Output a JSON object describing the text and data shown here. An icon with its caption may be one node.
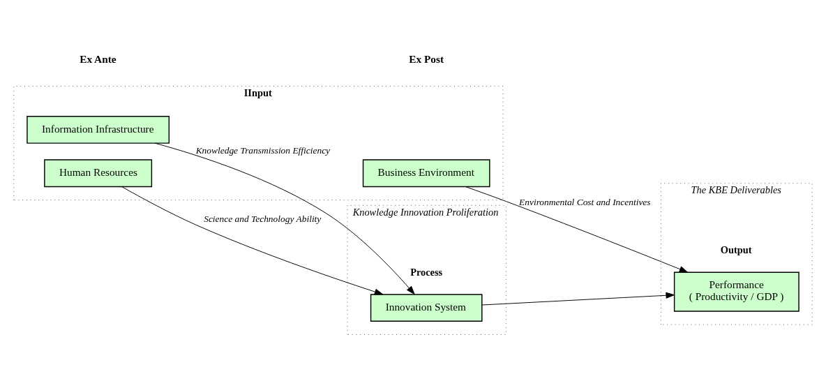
{
  "diagram": {
    "nodes": [
      {
        "text": [
          "IInput"
        ]
      },
      {
        "text": [
          "Information Infrastructure"
        ],
        "in": 0
      },
      {
        "text": [
          "Human Resources"
        ],
        "in": 0
      },
      {
        "text": [
          "Business Environment"
        ],
        "in": 0
      },
      {
        "text": [
          "Knowledge Innovation Proliferation",
          "Process"
        ]
      },
      {
        "text": [
          "Innovation System"
        ],
        "in": 4
      },
      {
        "text": [
          "The KBE Deliverables",
          "Output"
        ]
      },
      {
        "text": [
          "Performance",
          "( Productivity / GDP )"
        ],
        "in": 6
      }
    ],
    "edges": [
      {
        "from": 1,
        "to": 5,
        "arrow": "to",
        "label": "Knowledge Transmission Efficiency"
      },
      {
        "from": 2,
        "to": 5,
        "arrow": "to",
        "label": "Science and Technology Ability"
      },
      {
        "from": 5,
        "to": 7,
        "arrow": "to"
      },
      {
        "from": 3,
        "to": 7,
        "arrow": "to",
        "label": "Environmental Cost and Incentives"
      }
    ],
    "labels": [
      "Ex Ante",
      "Ex Post"
    ]
  }
}
